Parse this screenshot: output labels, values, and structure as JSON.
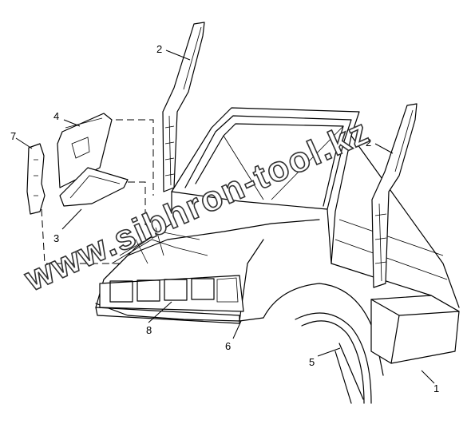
{
  "watermark": "www.sibhron-tool.kz",
  "callouts": [
    "1",
    "2",
    "2",
    "3",
    "4",
    "5",
    "6",
    "7",
    "8"
  ]
}
